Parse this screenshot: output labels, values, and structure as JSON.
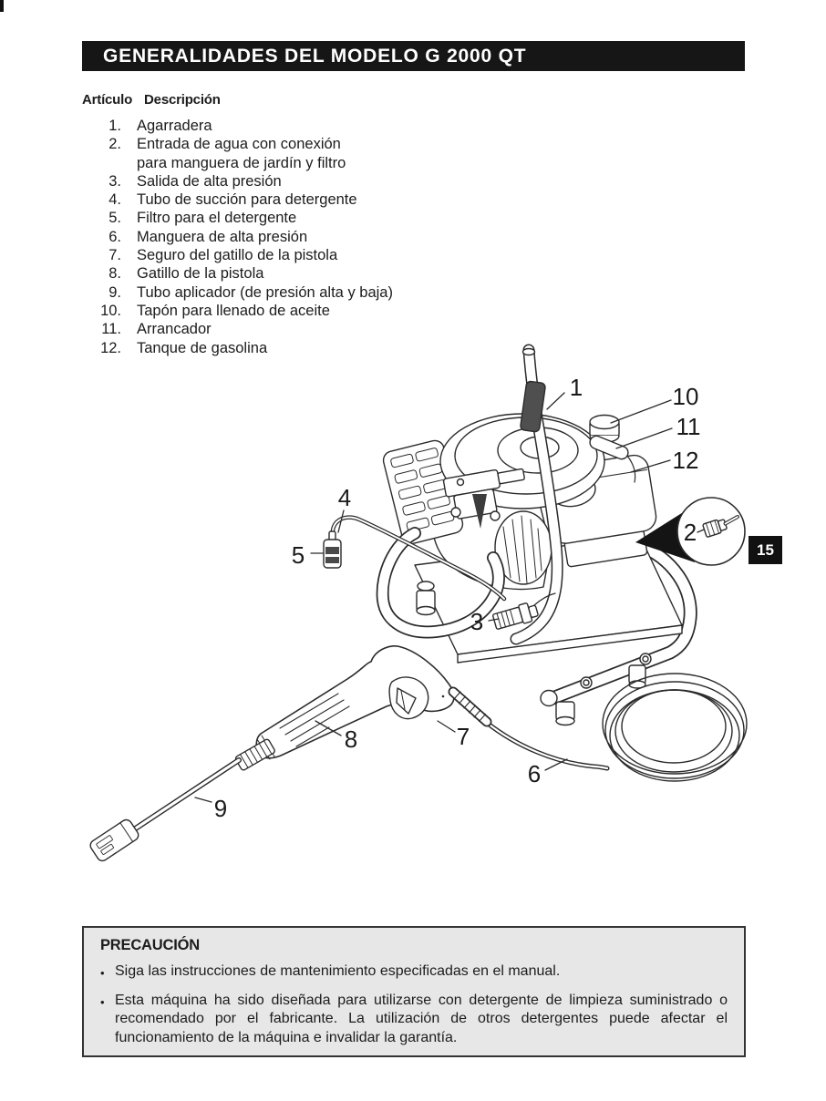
{
  "page": {
    "header_title": "GENERALIDADES DEL MODELO G 2000 QT",
    "page_tab": "15"
  },
  "colors": {
    "ink": "#1c1c1c",
    "header_bg": "#161616",
    "caution_bg": "#e7e7e7",
    "grip_gray": "#4f4f4f"
  },
  "list_header": {
    "item": "Artículo",
    "desc": "Descripción"
  },
  "parts": [
    {
      "num": "1.",
      "desc": "Agarradera"
    },
    {
      "num": "2.",
      "desc": "Entrada de agua con conexión\npara manguera de jardín y filtro"
    },
    {
      "num": "3.",
      "desc": "Salida de alta presión"
    },
    {
      "num": "4.",
      "desc": "Tubo de succión para detergente"
    },
    {
      "num": "5.",
      "desc": "Filtro para el detergente"
    },
    {
      "num": "6.",
      "desc": "Manguera de alta presión"
    },
    {
      "num": "7.",
      "desc": "Seguro del gatillo de la pistola"
    },
    {
      "num": "8.",
      "desc": "Gatillo de la pistola"
    },
    {
      "num": "9.",
      "desc": "Tubo aplicador (de presión alta y baja)"
    },
    {
      "num": "10.",
      "desc": "Tapón para llenado de aceite"
    },
    {
      "num": "11.",
      "desc": "Arrancador"
    },
    {
      "num": "12.",
      "desc": "Tanque de gasolina"
    }
  ],
  "diagram": {
    "callouts": {
      "c1": "1",
      "c2": "2",
      "c3": "3",
      "c4": "4",
      "c5": "5",
      "c6": "6",
      "c7": "7",
      "c8": "8",
      "c9": "9",
      "c10": "10",
      "c11": "11",
      "c12": "12"
    }
  },
  "caution": {
    "title": "PRECAUCIÓN",
    "bullets": [
      "Siga las instrucciones de mantenimiento especificadas en el manual.",
      "Esta máquina ha sido diseñada para utilizarse con detergente de limpieza suministrado o recomendado por el fabricante. La utilización de otros detergentes puede afectar el funcionamiento de la máquina e invalidar la garantía."
    ]
  }
}
